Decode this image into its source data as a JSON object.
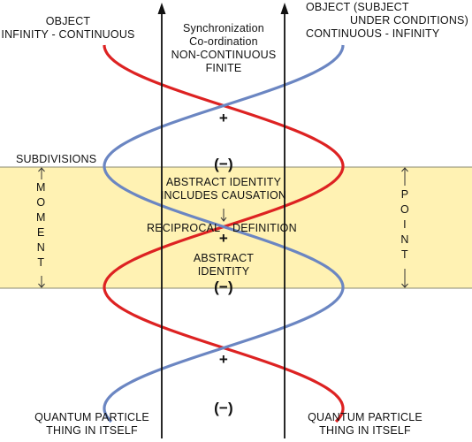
{
  "colors": {
    "band": "#fff2b3",
    "band_border": "#8a8a70",
    "red_wave": "#dd2222",
    "blue_wave": "#6b86c2",
    "axis": "#111111"
  },
  "top_left": {
    "line1": "OBJECT",
    "line2": "INFINITY - CONTINUOUS"
  },
  "top_center": {
    "line1": "Synchronization",
    "line2": "Co-ordination",
    "line3": "NON-CONTINUOUS",
    "line4": "FINITE"
  },
  "top_right": {
    "line1": "OBJECT (SUBJECT",
    "line2": "UNDER CONDITIONS)",
    "line3": "CONTINUOUS - INFINITY"
  },
  "subdivisions": "SUBDIVISIONS",
  "moment_letters": [
    "M",
    "O",
    "M",
    "E",
    "N",
    "T"
  ],
  "point_letters": [
    "P",
    "O",
    "I",
    "N",
    "T"
  ],
  "abstract_identity_causation": {
    "line1": "ABSTRACT IDENTITY",
    "line2": "INCLUDES CAUSATION"
  },
  "reciprocal": "RECIPROCAL",
  "definition": "DEFINITION",
  "abstract_identity": {
    "line1": "ABSTRACT",
    "line2": "IDENTITY"
  },
  "signs": {
    "plus_top": "+",
    "minus_1": "(−)",
    "plus_mid": "+",
    "minus_2": "(−)",
    "plus_bottom": "+",
    "minus_bottom": "(−)"
  },
  "bottom_left": {
    "line1": "QUANTUM PARTICLE",
    "line2": "THING IN ITSELF"
  },
  "bottom_right": {
    "line1": "QUANTUM PARTICLE",
    "line2": "THING IN ITSELF"
  }
}
